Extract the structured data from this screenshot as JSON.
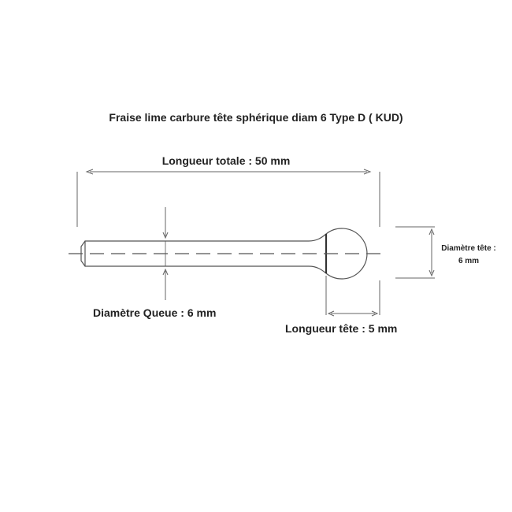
{
  "title": "Fraise lime carbure tête sphérique diam 6 Type D ( KUD)",
  "dimensions": {
    "total_length": "Longueur totale : 50 mm",
    "shank_diameter": "Diamètre Queue : 6 mm",
    "head_length": "Longueur tête : 5 mm",
    "head_diameter_line1": "Diamètre tête  :",
    "head_diameter_line2": "6 mm"
  },
  "colors": {
    "outline": "#555555",
    "text": "#222222",
    "background": "#ffffff"
  }
}
